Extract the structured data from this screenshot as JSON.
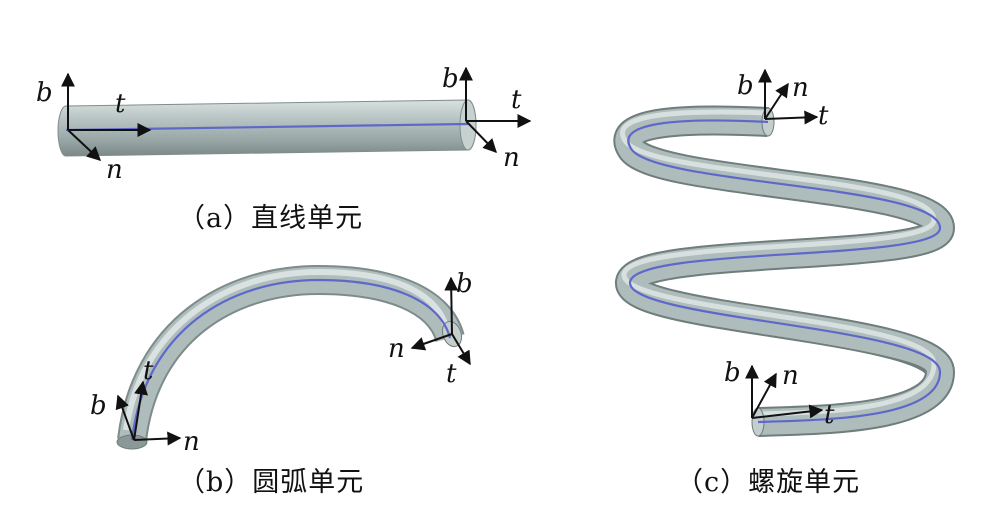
{
  "panels": [
    {
      "id": "a",
      "caption": "（a）直线单元",
      "start_frame": {
        "b": "b",
        "t": "t",
        "n": "n"
      },
      "end_frame": {
        "b": "b",
        "t": "t",
        "n": "n"
      }
    },
    {
      "id": "b",
      "caption": "（b）圆弧单元",
      "start_frame": {
        "b": "b",
        "t": "t",
        "n": "n"
      },
      "end_frame": {
        "b": "b",
        "t": "t",
        "n": "n"
      }
    },
    {
      "id": "c",
      "caption": "（c）螺旋单元",
      "start_frame": {
        "b": "b",
        "t": "t",
        "n": "n"
      },
      "end_frame": {
        "b": "b",
        "t": "t",
        "n": "n"
      }
    }
  ],
  "colors": {
    "tube": "#a9b7b7",
    "tube_dark": "#7d8b8b",
    "tube_light": "#dfe7e6",
    "centerline": "#5f68c9",
    "axis": "#111111"
  }
}
